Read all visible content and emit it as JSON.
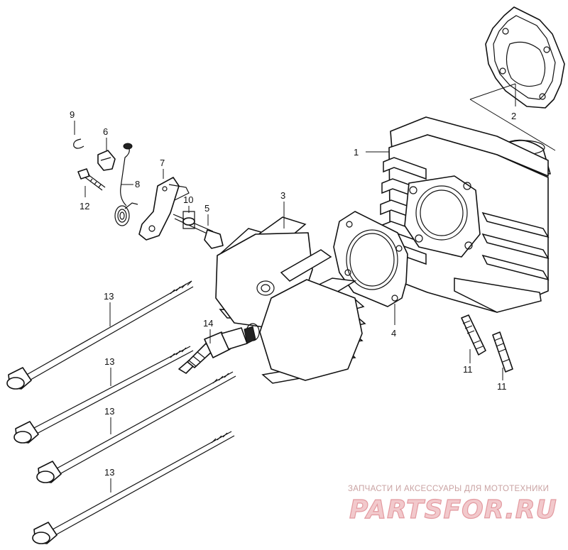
{
  "diagram": {
    "part_labels": {
      "p1": "1",
      "p2": "2",
      "p3": "3",
      "p4": "4",
      "p5": "5",
      "p6": "6",
      "p7": "7",
      "p8": "8",
      "p9": "9",
      "p10": "10",
      "p11a": "11",
      "p11b": "11",
      "p12": "12",
      "p13a": "13",
      "p13b": "13",
      "p13c": "13",
      "p13d": "13",
      "p14": "14"
    }
  },
  "watermark": {
    "tagline": "ЗАПЧАСТИ И АКСЕССУАРЫ ДЛЯ МОТОТЕХНИКИ",
    "logo": "PARTSFOR.RU"
  }
}
